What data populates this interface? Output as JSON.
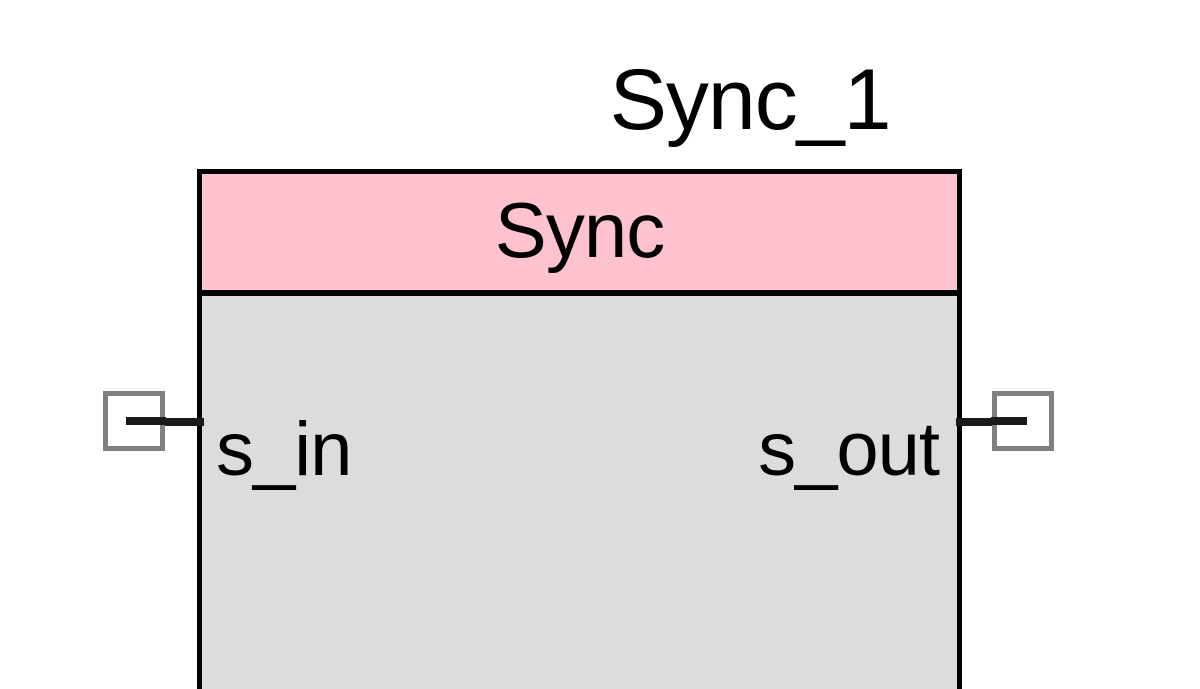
{
  "diagram": {
    "kind": "block-component",
    "instance_name": "Sync_1",
    "block": {
      "type_label": "Sync",
      "header_color": "#ffc3cf",
      "body_color": "#dcdcdc",
      "border_color": "#000000"
    },
    "ports": [
      {
        "name": "s_in",
        "direction": "input",
        "side": "left",
        "connector_icon": "port-square-icon",
        "connector_border_color": "#808080",
        "connector_fill_color": "#ffffff"
      },
      {
        "name": "s_out",
        "direction": "output",
        "side": "right",
        "connector_icon": "port-square-icon",
        "connector_border_color": "#808080",
        "connector_fill_color": "#ffffff"
      }
    ]
  }
}
